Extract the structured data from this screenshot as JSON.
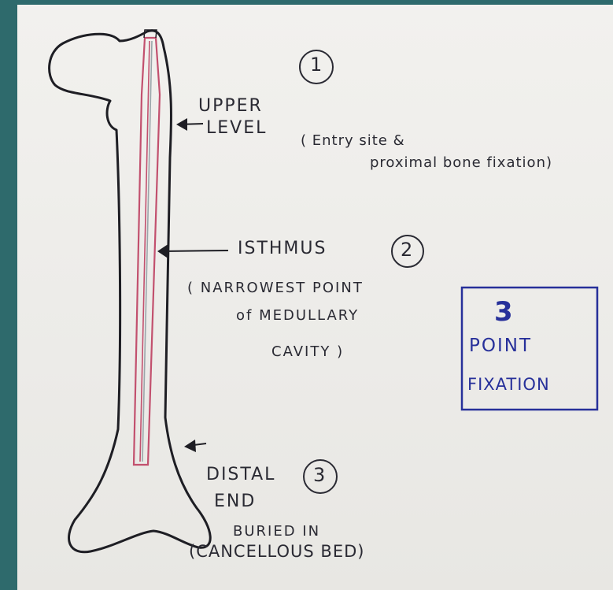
{
  "labels": {
    "marker_1": "1",
    "upper": "UPPER",
    "level": "LEVEL",
    "upper_note_1": "( Entry site &",
    "upper_note_2": "proximal bone fixation)",
    "isthmus": "ISTHMUS",
    "marker_2": "2",
    "isthmus_note_1": "( NARROWEST POINT",
    "isthmus_note_2": "of MEDULLARY",
    "isthmus_note_3": "CAVITY )",
    "box_number": "3",
    "box_line_1": "POINT",
    "box_line_2": "FIXATION",
    "distal": "DISTAL",
    "marker_3": "3",
    "end": "END",
    "distal_note_1": "BURIED IN",
    "distal_note_2": "(CANCELLOUS BED)"
  },
  "colors": {
    "background": "#2e6a6c",
    "paper": "#efeeeb",
    "ink": "#1e1e24",
    "blue_ink": "#27309a",
    "nail": "#c2506e"
  }
}
